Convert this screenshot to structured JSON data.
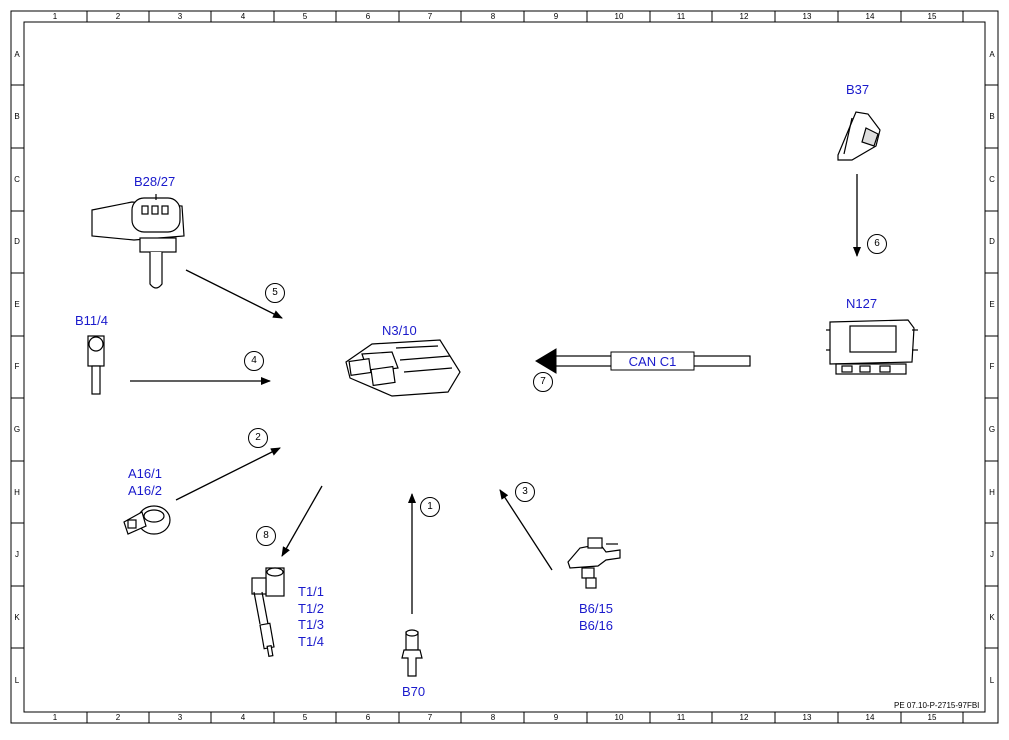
{
  "grid": {
    "columns": [
      "1",
      "2",
      "3",
      "4",
      "5",
      "6",
      "7",
      "8",
      "9",
      "10",
      "11",
      "12",
      "13",
      "14",
      "15"
    ],
    "rows": [
      "A",
      "B",
      "C",
      "D",
      "E",
      "F",
      "G",
      "H",
      "J",
      "K",
      "L"
    ]
  },
  "components": {
    "ecu": "N3/10",
    "b37": "B37",
    "n127": "N127",
    "b28": "B28/27",
    "b11": "B11/4",
    "a16_1": "A16/1",
    "a16_2": "A16/2",
    "t1_1": "T1/1",
    "t1_2": "T1/2",
    "t1_3": "T1/3",
    "t1_4": "T1/4",
    "b70": "B70",
    "b6_15": "B6/15",
    "b6_16": "B6/16"
  },
  "bus_label": "CAN C1",
  "signals": [
    "1",
    "2",
    "3",
    "4",
    "5",
    "6",
    "7",
    "8"
  ],
  "reference": "PE 07.10-P-2715-97FBI"
}
